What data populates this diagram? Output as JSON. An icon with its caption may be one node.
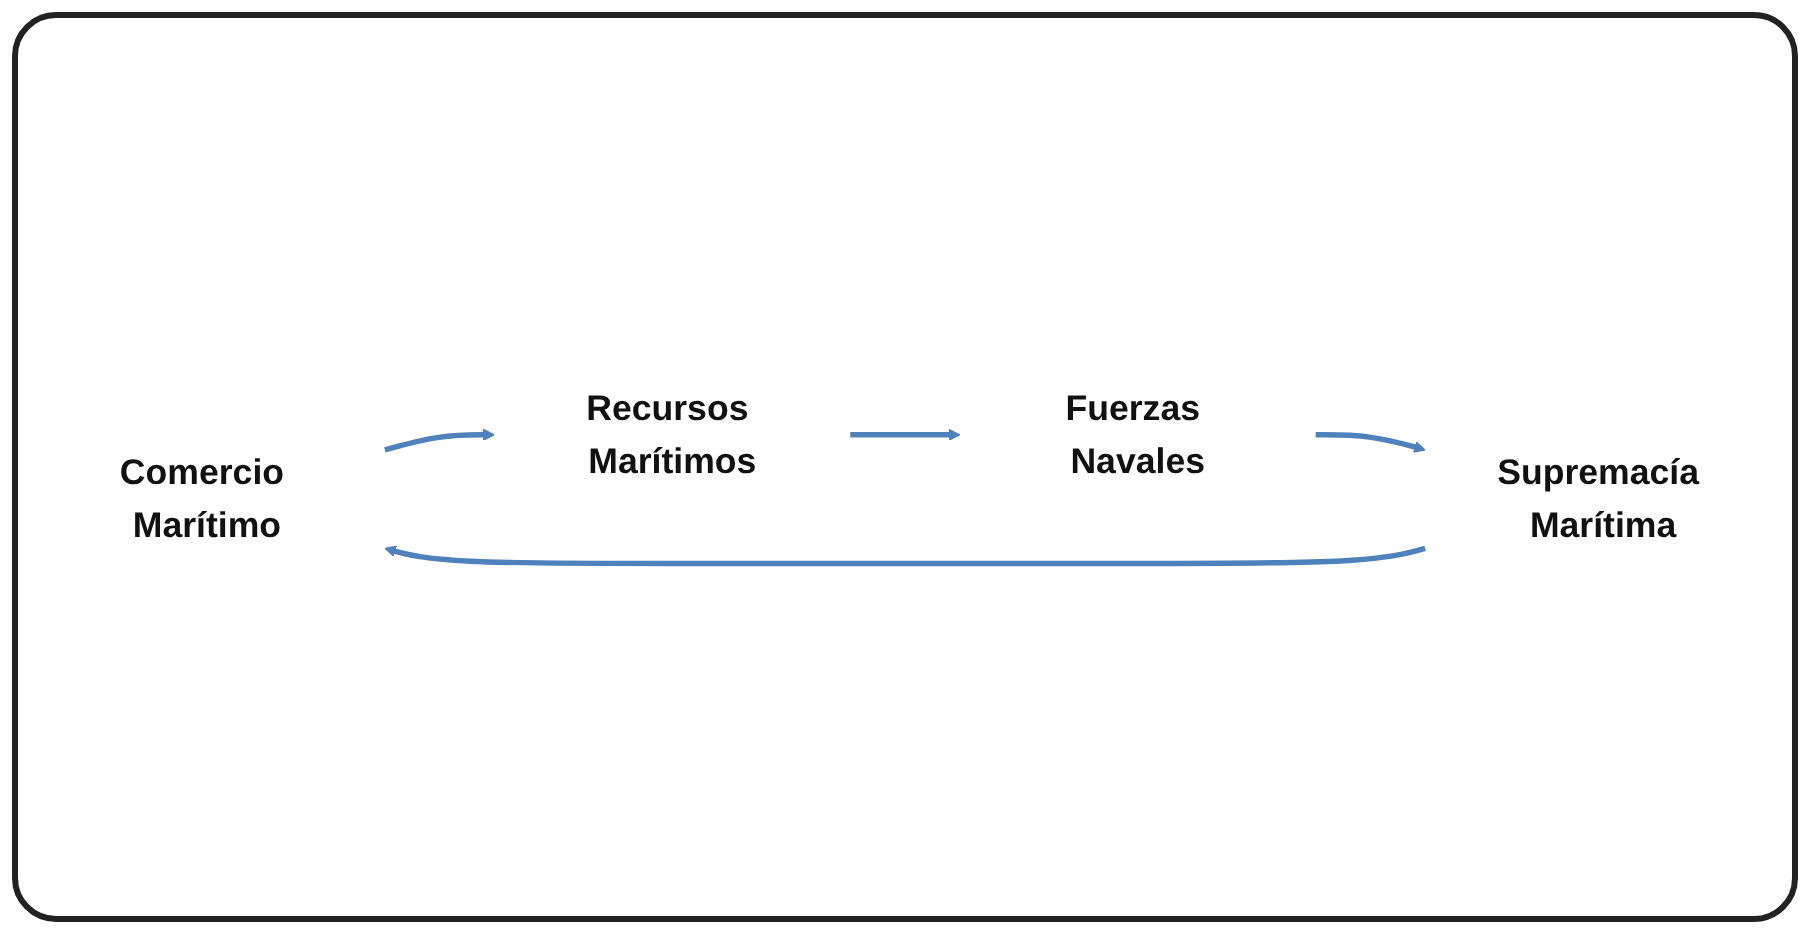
{
  "diagram": {
    "nodes": [
      {
        "text": [
          "Comercio Marítimo"
        ]
      },
      {
        "text": [
          "Recursos Marítimos"
        ]
      },
      {
        "text": [
          "Fuerzas Navales"
        ]
      },
      {
        "text": [
          "Supremacía Marítima"
        ]
      }
    ],
    "edges": [
      {
        "from": 0,
        "to": 1,
        "arrow": "to"
      },
      {
        "from": 1,
        "to": 2,
        "arrow": "to"
      },
      {
        "from": 2,
        "to": 3,
        "arrow": "to"
      },
      {
        "from": 3,
        "to": 0,
        "arrow": "to"
      }
    ]
  }
}
